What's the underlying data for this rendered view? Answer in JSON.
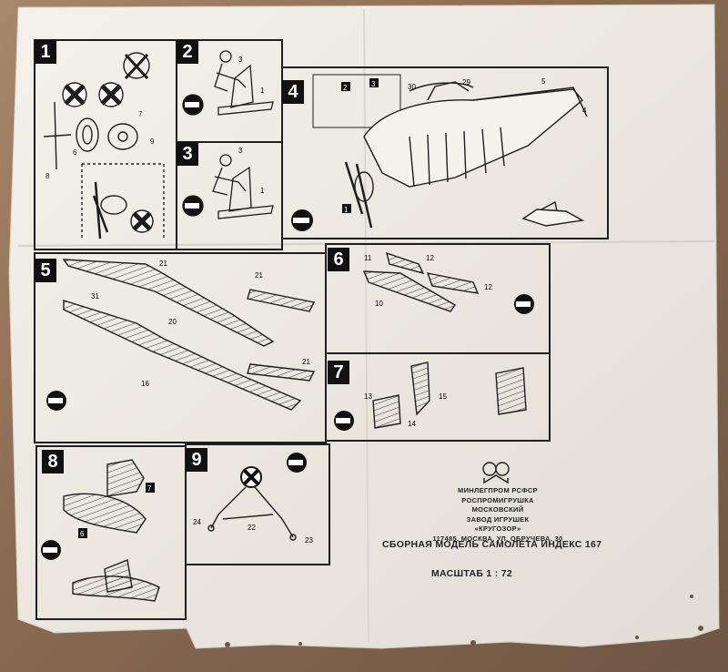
{
  "colors": {
    "paper": "#eeeae4",
    "ink": "#1e1e1e",
    "table": "#8a6b52"
  },
  "icons": [
    "glue-tube-icon",
    "crossed-out-icon",
    "ministry-logo-icon"
  ],
  "steps": [
    {
      "number": "1"
    },
    {
      "number": "2"
    },
    {
      "number": "3"
    },
    {
      "number": "4"
    },
    {
      "number": "5"
    },
    {
      "number": "6"
    },
    {
      "number": "7"
    },
    {
      "number": "8"
    },
    {
      "number": "9"
    }
  ],
  "part_labels": {
    "s1": [
      "7",
      "8",
      "9",
      "6"
    ],
    "s2": [
      "3",
      "1"
    ],
    "s3": [
      "3",
      "1"
    ],
    "s4": [
      "30",
      "29",
      "5",
      "4",
      "2",
      "3",
      "1"
    ],
    "s5": [
      "21",
      "21",
      "31",
      "20",
      "21",
      "16"
    ],
    "s6": [
      "11",
      "12",
      "12",
      "10"
    ],
    "s7": [
      "13",
      "15",
      "14"
    ],
    "s8": [
      "7",
      "6"
    ],
    "s9": [
      "24",
      "22",
      "23"
    ]
  },
  "publisher": {
    "lines": [
      "МИНЛЕГПРОМ РСФСР",
      "РОСПРОМИГРУШКА",
      "МОСКОВСКИЙ",
      "ЗАВОД ИГРУШЕК",
      "«КРУГОЗОР»",
      "117485, МОСКВА, УЛ. ОБРУЧЕВА, 30"
    ]
  },
  "model_title": "СБОРНАЯ МОДЕЛЬ САМОЛЕТА ИНДЕКС 167",
  "scale_text": "МАСШТАБ 1 : 72"
}
